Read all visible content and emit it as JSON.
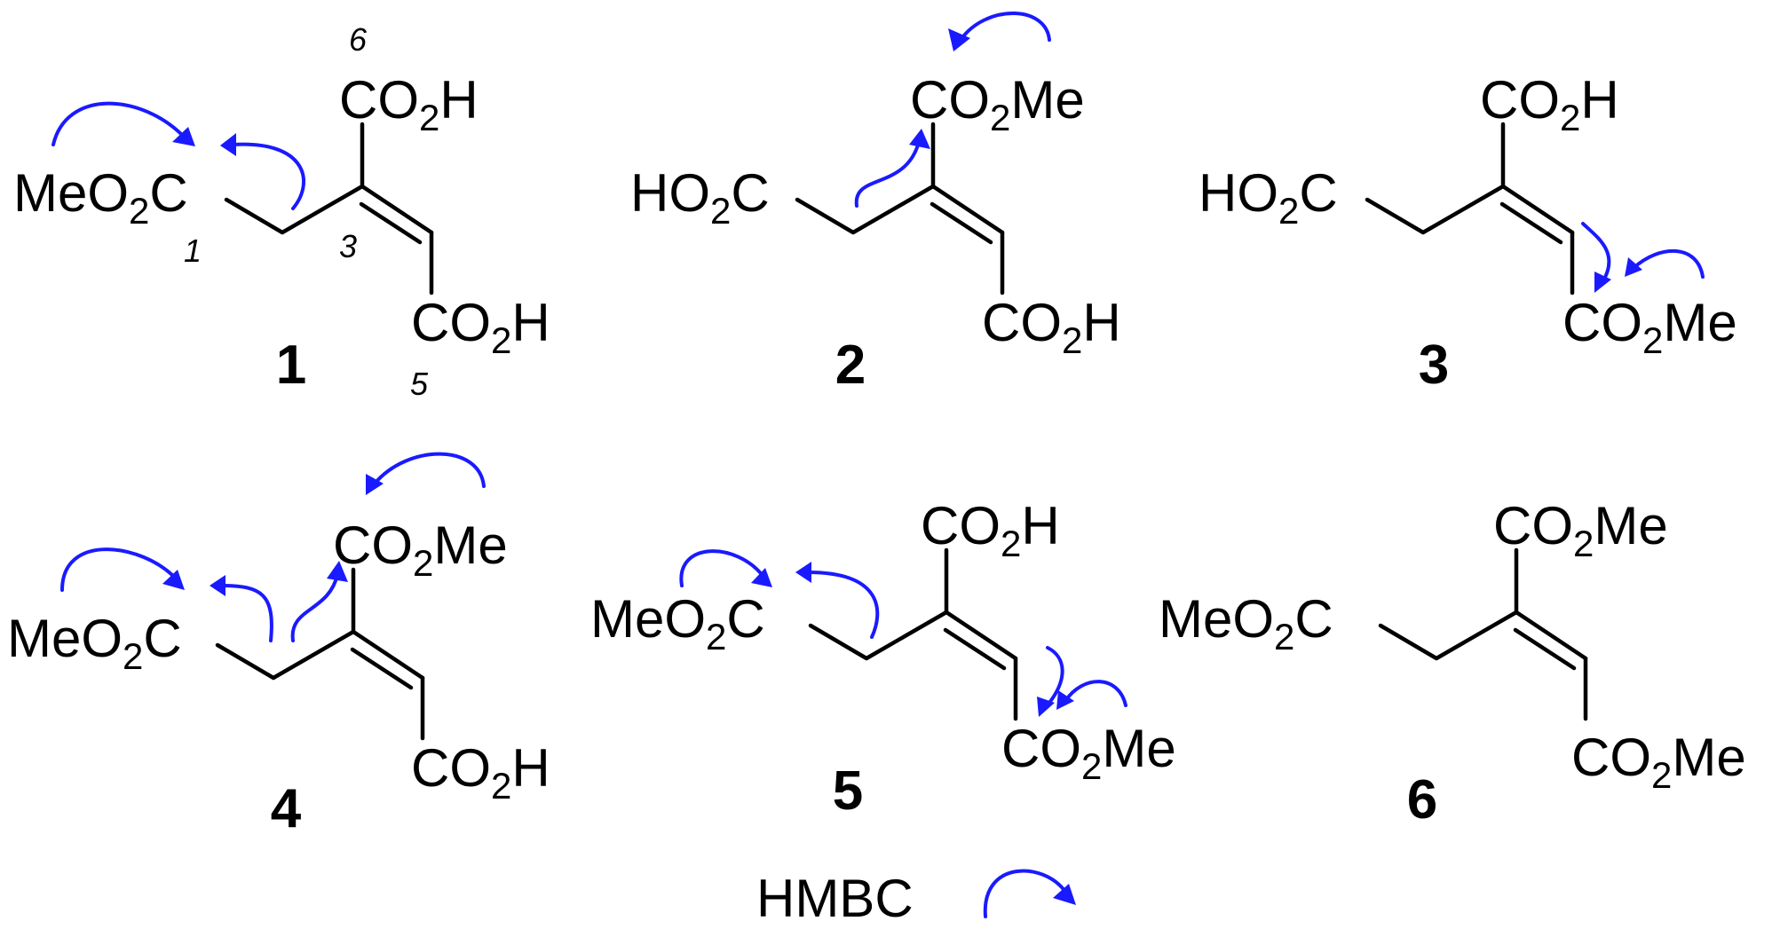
{
  "colors": {
    "bond": "#000000",
    "hmbc_arrow": "#1a1aff",
    "background": "#ffffff"
  },
  "groups": {
    "meo2c_prefix": "MeO",
    "ho2c_prefix": "HO",
    "co2_prefix": "CO",
    "subscript": "2",
    "c_suffix": "C",
    "h_suffix": "H",
    "me_suffix": "Me"
  },
  "compounds": [
    {
      "label": "1",
      "atom_numbers": [
        "6",
        "1",
        "3",
        "5"
      ]
    },
    {
      "label": "2"
    },
    {
      "label": "3"
    },
    {
      "label": "4"
    },
    {
      "label": "5"
    },
    {
      "label": "6"
    }
  ],
  "legend": {
    "text": "HMBC",
    "icon": "hmbc-curved-arrow-icon"
  }
}
